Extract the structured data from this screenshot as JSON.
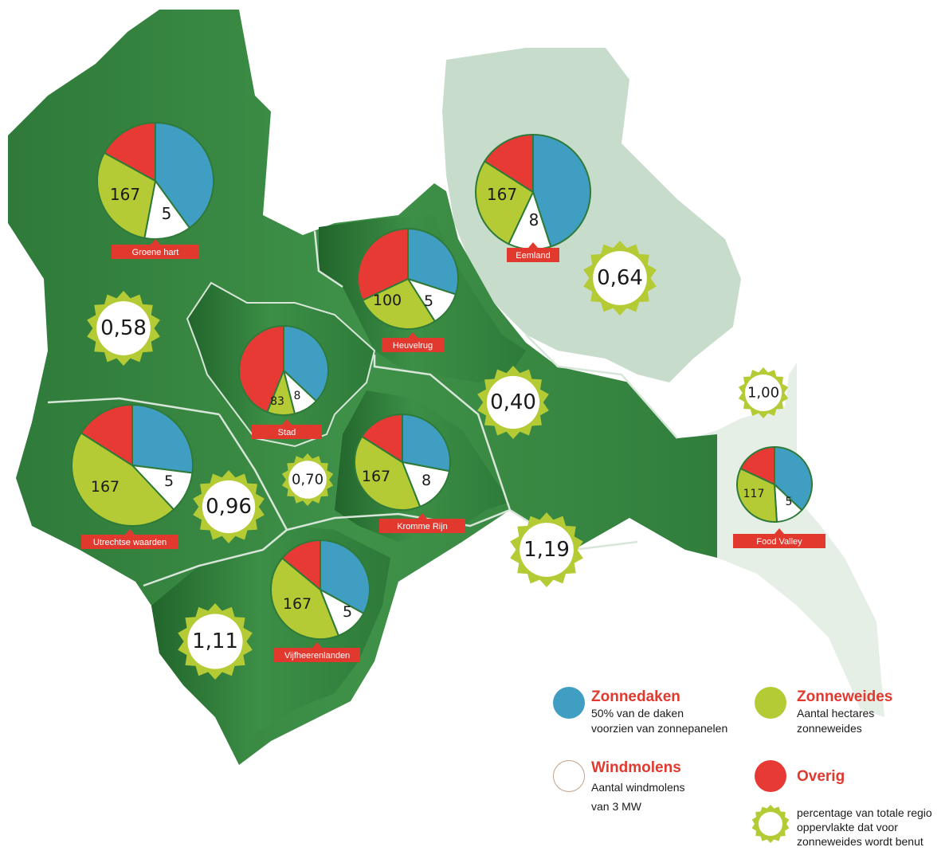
{
  "colors": {
    "zonnedaken": "#3f9ec1",
    "zonneweides": "#b5cb35",
    "windmolens": "#ffffff",
    "overig": "#e83a35",
    "region_green": "#3a8b45",
    "eemland": "#c7dccb",
    "food_valley": "#e5efe6",
    "label_red": "#e2392f",
    "sun_fill": "#b5cb35"
  },
  "regions": [
    {
      "name": "Groene hart",
      "pie": {
        "zonnedaken": 40,
        "windmolens": 13,
        "zonneweides": 30,
        "overig": 17
      },
      "zonneweides_label": "167",
      "windmolens_label": "5",
      "percentage": "0,58"
    },
    {
      "name": "Heuvelrug",
      "pie": {
        "zonnedaken": 30,
        "windmolens": 11,
        "zonneweides": 27,
        "overig": 32
      },
      "zonneweides_label": "100",
      "windmolens_label": "5",
      "percentage": ""
    },
    {
      "name": "Eemland",
      "pie": {
        "zonnedaken": 45,
        "windmolens": 12,
        "zonneweides": 27,
        "overig": 16
      },
      "zonneweides_label": "167",
      "windmolens_label": "8",
      "percentage": "0,64"
    },
    {
      "name": "Stad",
      "pie": {
        "zonnedaken": 37,
        "windmolens": 9,
        "zonneweides": 10,
        "overig": 44
      },
      "zonneweides_label": "83",
      "windmolens_label": "8",
      "percentage": "0,70"
    },
    {
      "name": "Utrechtse waarden",
      "pie": {
        "zonnedaken": 27,
        "windmolens": 11,
        "zonneweides": 46,
        "overig": 16
      },
      "zonneweides_label": "167",
      "windmolens_label": "5",
      "percentage": "0,96"
    },
    {
      "name": "Kromme Rijn",
      "pie": {
        "zonnedaken": 28,
        "windmolens": 16,
        "zonneweides": 40,
        "overig": 16
      },
      "zonneweides_label": "167",
      "windmolens_label": "8",
      "percentage": "0,40"
    },
    {
      "name": "Vijfheerenlanden",
      "pie": {
        "zonnedaken": 33,
        "windmolens": 11,
        "zonneweides": 42,
        "overig": 14
      },
      "zonneweides_label": "167",
      "windmolens_label": "5",
      "percentage": "1,11"
    },
    {
      "name": "Food Valley",
      "pie": {
        "zonnedaken": 37,
        "windmolens": 12,
        "zonneweides": 33,
        "overig": 18
      },
      "zonneweides_label": "117",
      "windmolens_label": "5",
      "percentage": "1,00"
    }
  ],
  "extra_percentage": "1,19",
  "legend": {
    "zonnedaken": {
      "title": "Zonnedaken",
      "desc1": "50% van de daken",
      "desc2": "voorzien van zonnepanelen"
    },
    "zonneweides": {
      "title": "Zonneweides",
      "desc1": "Aantal hectares",
      "desc2": "zonneweides"
    },
    "windmolens": {
      "title": "Windmolens",
      "desc1": "Aantal windmolens",
      "desc2": "van 3 MW"
    },
    "overig": {
      "title": "Overig"
    },
    "percentage": {
      "desc1": "percentage van totale regio",
      "desc2": "oppervlakte dat voor",
      "desc3": "zonneweides wordt benut"
    }
  }
}
